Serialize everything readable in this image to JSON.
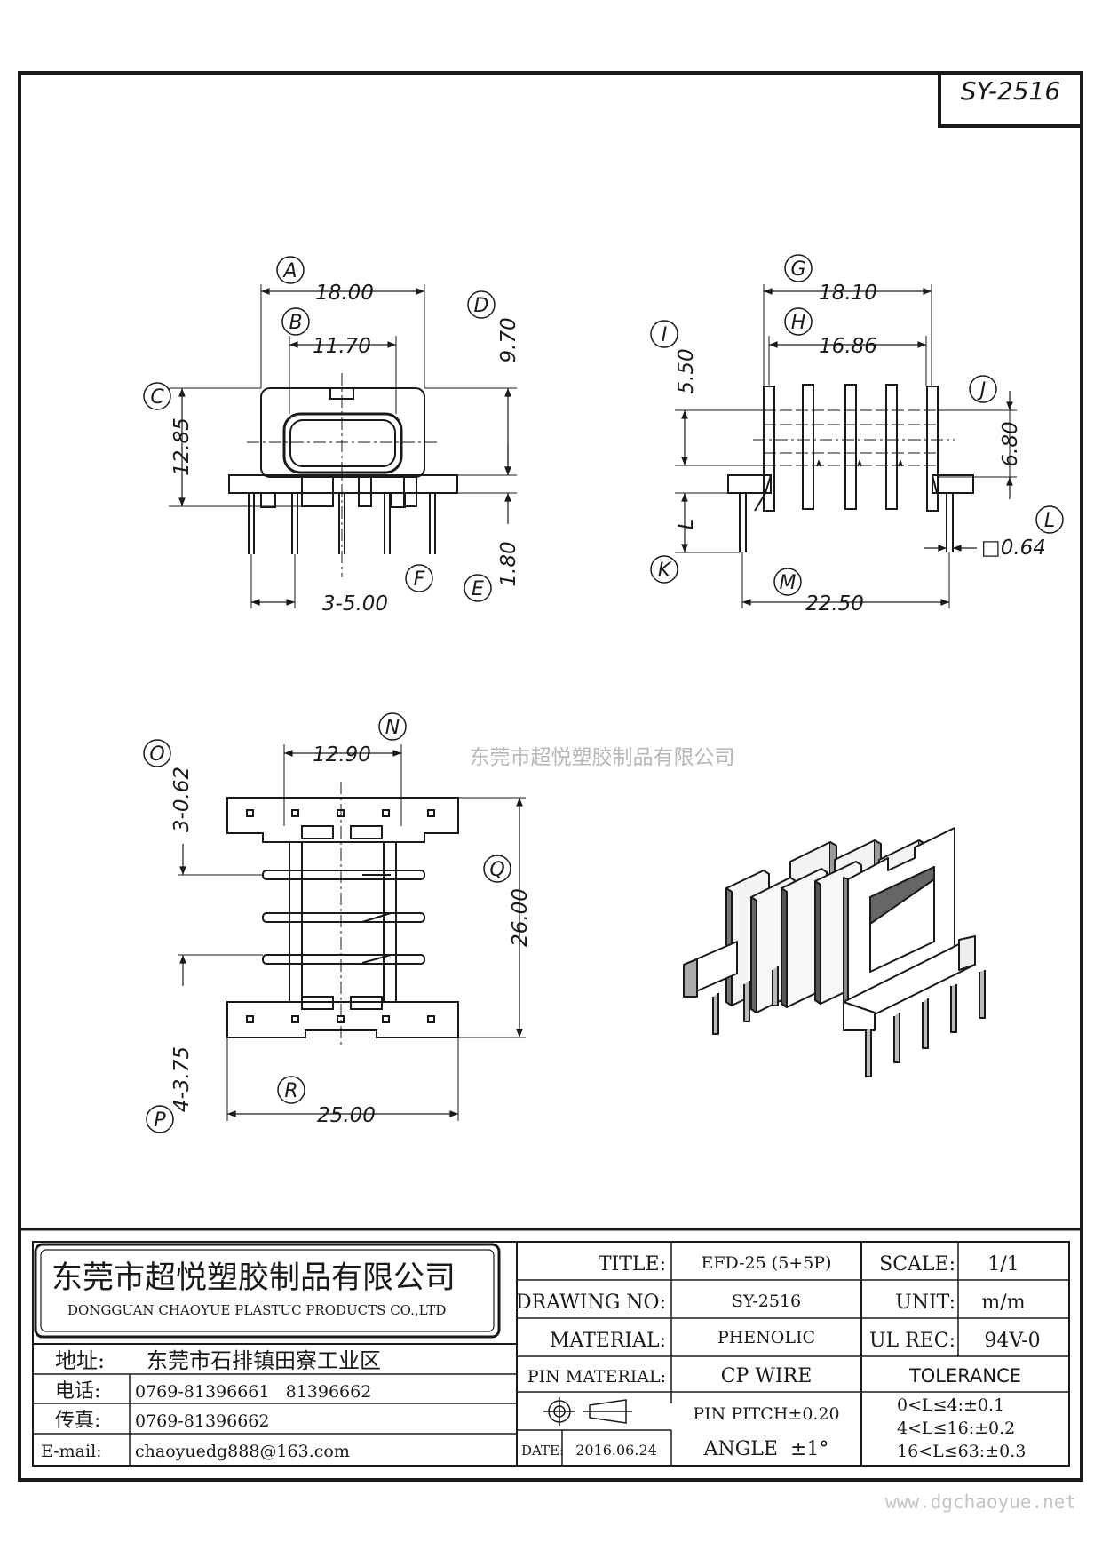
{
  "drawing_id": "SY-2516",
  "watermark": "东莞市超悦塑胶制品有限公司",
  "footer_url": "www.dgchaoyue.net",
  "views": {
    "front": {
      "labels": [
        "A",
        "B",
        "C",
        "D",
        "E",
        "F"
      ],
      "dims": {
        "a": "18.00",
        "b": "11.70",
        "c": "12.85",
        "d": "9.70",
        "e": "1.80",
        "f": "3-5.00"
      }
    },
    "side": {
      "labels": [
        "G",
        "H",
        "I",
        "J",
        "K",
        "L",
        "M"
      ],
      "dims": {
        "g": "18.10",
        "h": "16.86",
        "i": "5.50",
        "j": "6.80",
        "k": "L",
        "l": "□0.64",
        "m": "22.50"
      }
    },
    "bottom": {
      "labels": [
        "N",
        "O",
        "P",
        "Q",
        "R"
      ],
      "dims": {
        "n": "12.90",
        "o": "3-0.62",
        "p": "4-3.75",
        "q": "26.00",
        "r": "25.00"
      }
    }
  },
  "title_block": {
    "company_cn": "东莞市超悦塑胶制品有限公司",
    "company_en": "DONGGUAN CHAOYUE PLASTUC PRODUCTS CO.,LTD",
    "address_label": "地址:",
    "address": "东莞市石排镇田寮工业区",
    "phone_label": "电话:",
    "phone": "0769-81396661   81396662",
    "fax_label": "传真:",
    "fax": "0769-81396662",
    "email_label": "E-mail:",
    "email": "chaoyuedg888@163.com",
    "title_label": "TITLE:",
    "title": "EFD-25 (5+5P)",
    "drawing_no_label": "DRAWING NO:",
    "drawing_no": "SY-2516",
    "material_label": "MATERIAL:",
    "material": "PHENOLIC",
    "pin_material_label": "PIN MATERIAL:",
    "pin_material": "CP WIRE",
    "pin_pitch": "PIN PITCH±0.20",
    "date_label": "DATE:",
    "date": "2016.06.24",
    "angle": "ANGLE  ±1°",
    "scale_label": "SCALE:",
    "scale": "1/1",
    "unit_label": "UNIT:",
    "unit": "m/m",
    "ul_label": "UL REC:",
    "ul": "94V-0",
    "tolerance_label": "TOLERANCE",
    "tolerances": [
      "0<L≤4:±0.1",
      "4<L≤16:±0.2",
      "16<L≤63:±0.3"
    ]
  }
}
